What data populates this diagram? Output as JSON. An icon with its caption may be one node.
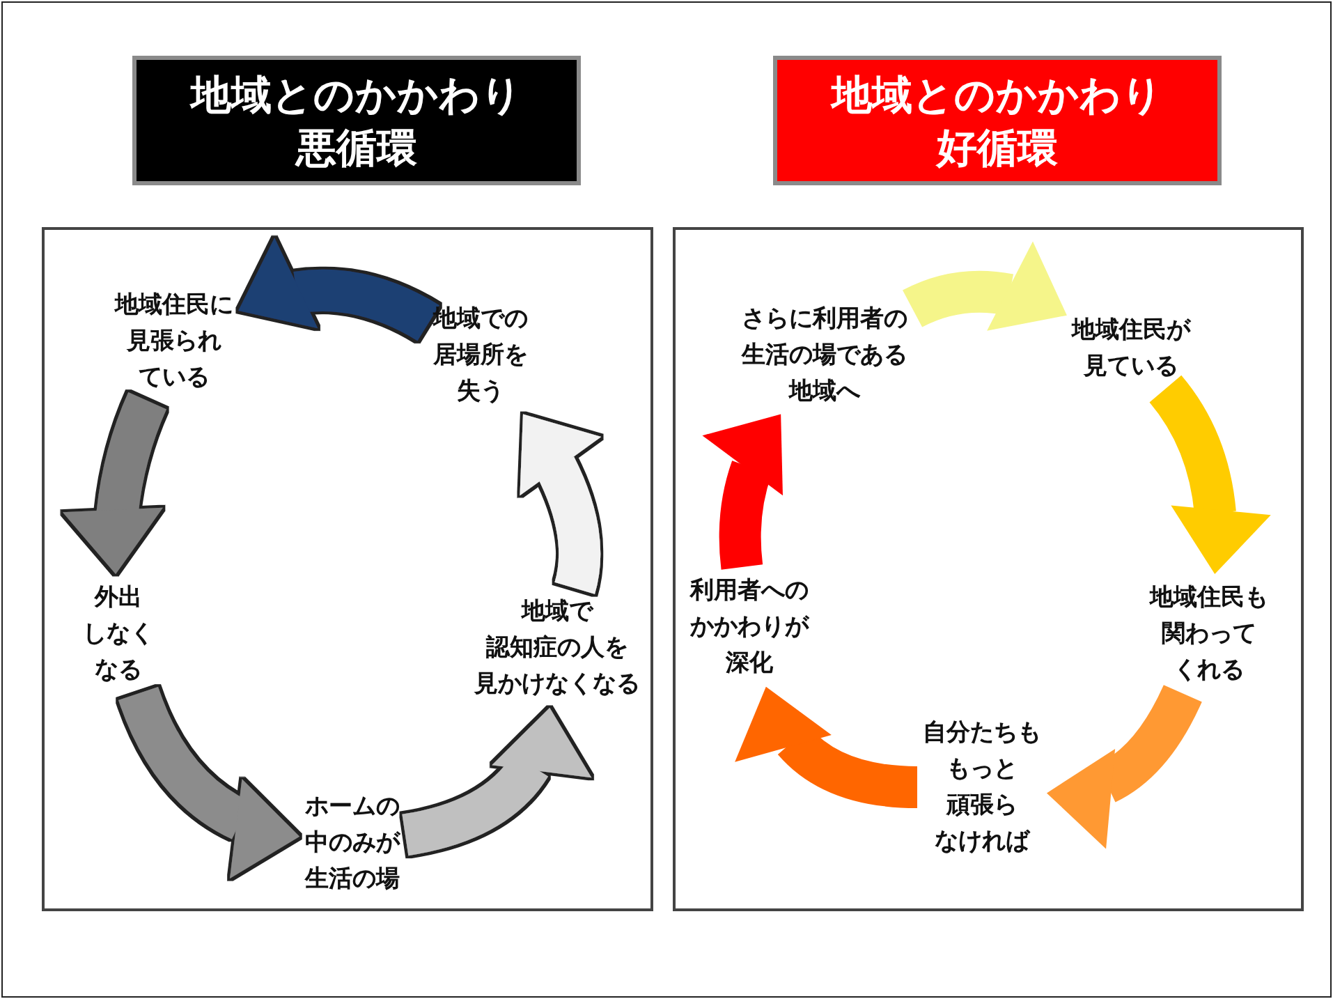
{
  "diagram": {
    "nodes": [
      {
        "text": [
          "地域とのかかわり悪循環"
        ]
      },
      {
        "text": [
          "地域とのかかわり好循環"
        ]
      },
      {
        "text": [],
        "shape": "box"
      },
      {
        "text": [
          "地域での居場所を失う"
        ],
        "in": 2
      },
      {
        "text": [
          "地域住民に見張られている"
        ],
        "in": 2
      },
      {
        "text": [
          "外出しなくなる"
        ],
        "in": 2
      },
      {
        "text": [
          "ホームの中のみが生活の場"
        ],
        "in": 2
      },
      {
        "text": [
          "地域で認知症の人を見かけなくなる"
        ],
        "in": 2
      },
      {
        "text": [],
        "shape": "box"
      },
      {
        "text": [
          "さらに利用者の生活の場である地域へ"
        ],
        "in": 8
      },
      {
        "text": [
          "地域住民が見ている"
        ],
        "in": 8
      },
      {
        "text": [
          "地域住民も関わってくれる"
        ],
        "in": 8
      },
      {
        "text": [
          "自分たちももっと頑張らなければ"
        ],
        "in": 8
      },
      {
        "text": [
          "利用者へのかかわりが深化"
        ],
        "in": 8
      }
    ],
    "edges": [
      {
        "from": 3,
        "to": 4,
        "arrow": "to",
        "color": "#1f3f73"
      },
      {
        "from": 4,
        "to": 5,
        "arrow": "to",
        "color": "#7f7f7f"
      },
      {
        "from": 5,
        "to": 6,
        "arrow": "to",
        "color": "#8c8c8c"
      },
      {
        "from": 6,
        "to": 7,
        "arrow": "to",
        "color": "#c0c0c0"
      },
      {
        "from": 7,
        "to": 3,
        "arrow": "to",
        "color": "#f2f2f2"
      },
      {
        "from": 9,
        "to": 10,
        "arrow": "to",
        "color": "#f5f58a"
      },
      {
        "from": 10,
        "to": 11,
        "arrow": "to",
        "color": "#ffcc00"
      },
      {
        "from": 11,
        "to": 12,
        "arrow": "to",
        "color": "#ff9933"
      },
      {
        "from": 12,
        "to": 13,
        "arrow": "to",
        "color": "#ff6600"
      },
      {
        "from": 13,
        "to": 9,
        "arrow": "to",
        "color": "#ff0000"
      }
    ]
  }
}
